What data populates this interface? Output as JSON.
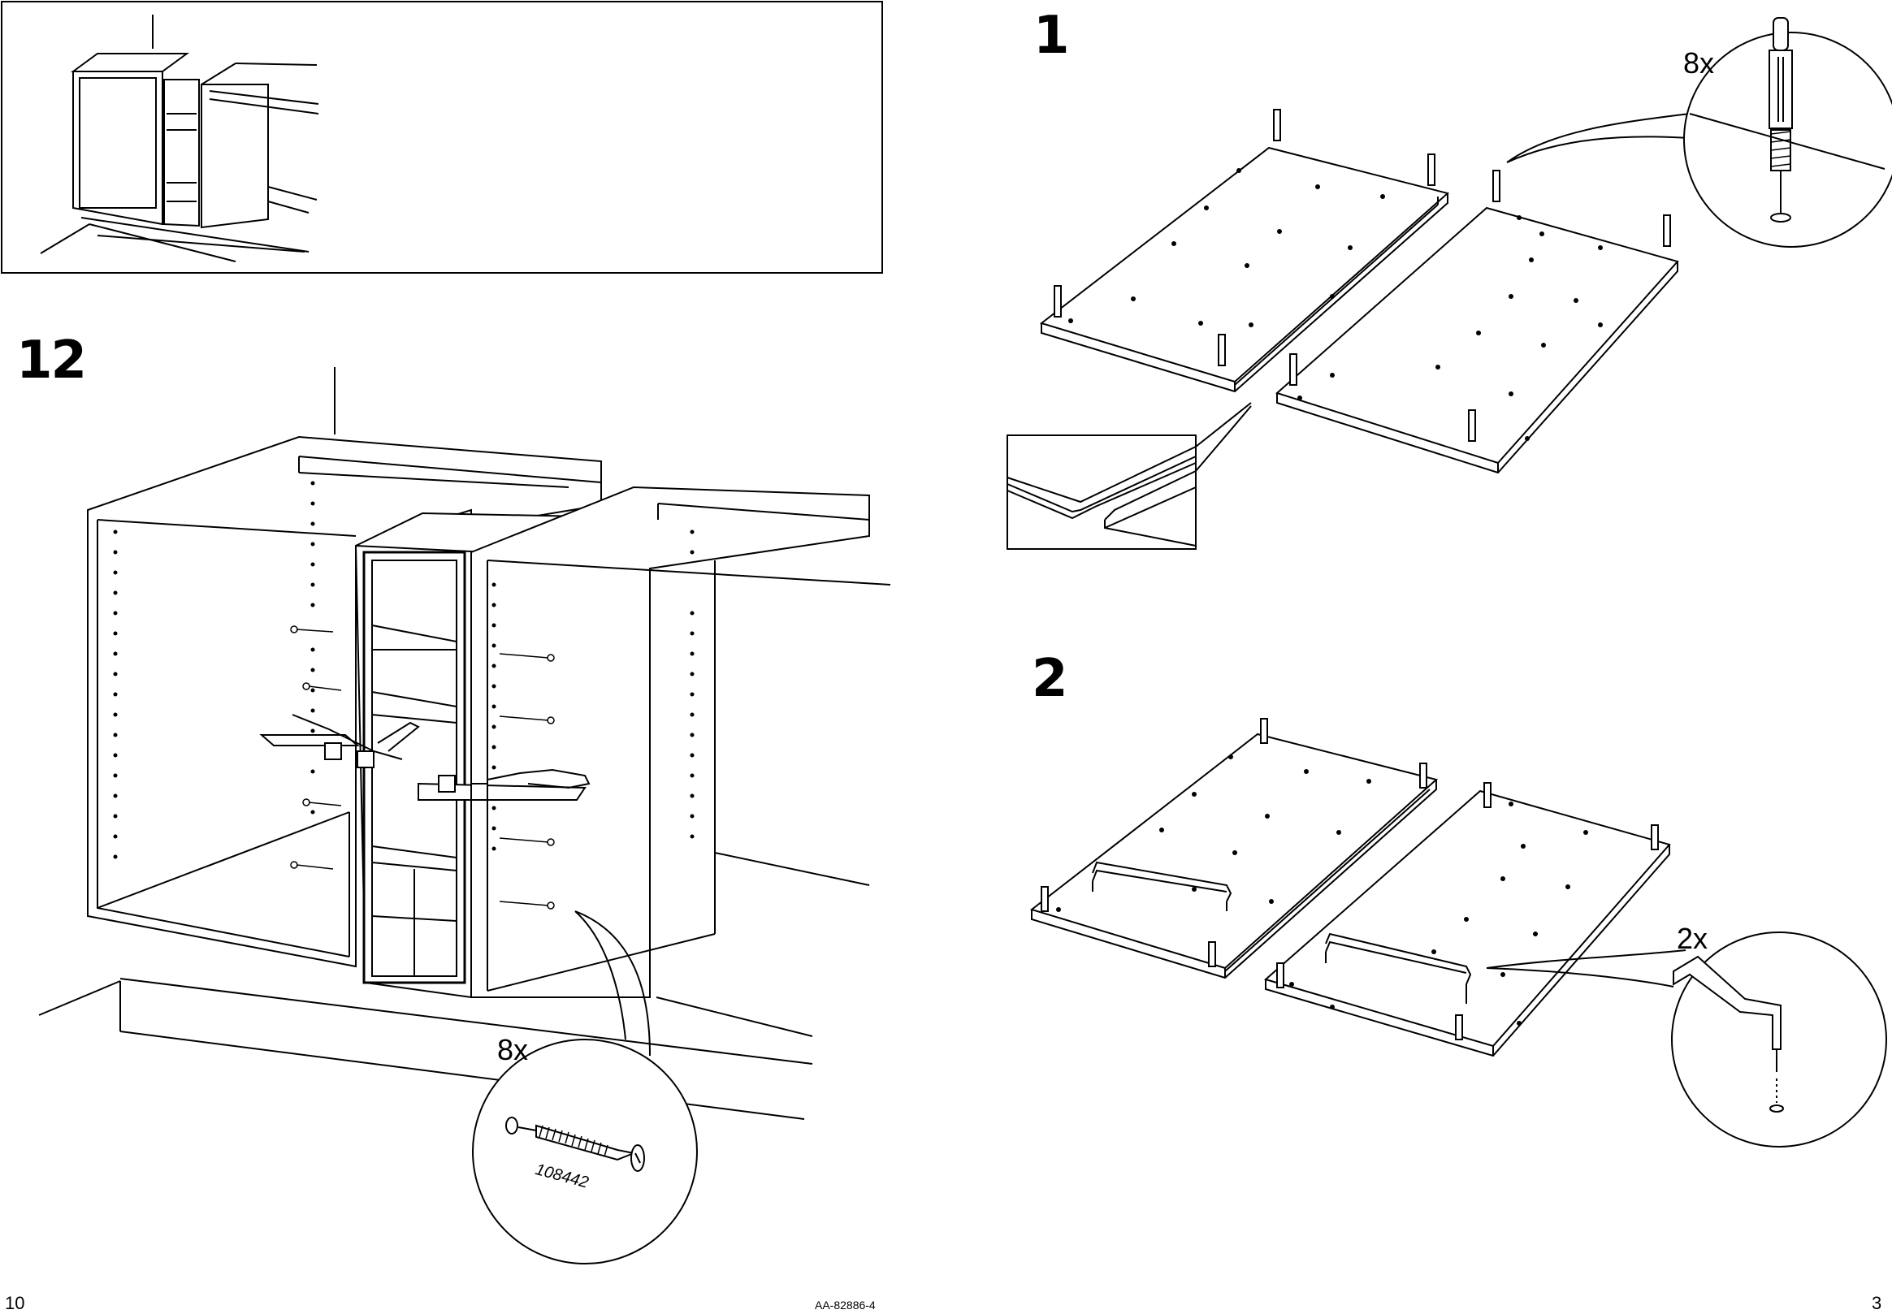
{
  "steps": {
    "step12": {
      "number": "12",
      "quantity": "8x",
      "part_number": "108442"
    },
    "step1": {
      "number": "1",
      "quantity": "8x"
    },
    "step2": {
      "number": "2",
      "quantity": "2x"
    }
  },
  "footer": {
    "left_page_number": "10",
    "document_code": "AA-82886-4",
    "right_page_number": "3"
  },
  "icons": {
    "overview": "cabinet-overview-illustration",
    "step12": "cabinet-assembly-illustration",
    "step1": "panels-dowels-illustration",
    "step2": "panels-rods-illustration",
    "screw": "screw-icon",
    "dowel": "wooden-dowel-icon",
    "rod": "metal-rod-icon"
  }
}
